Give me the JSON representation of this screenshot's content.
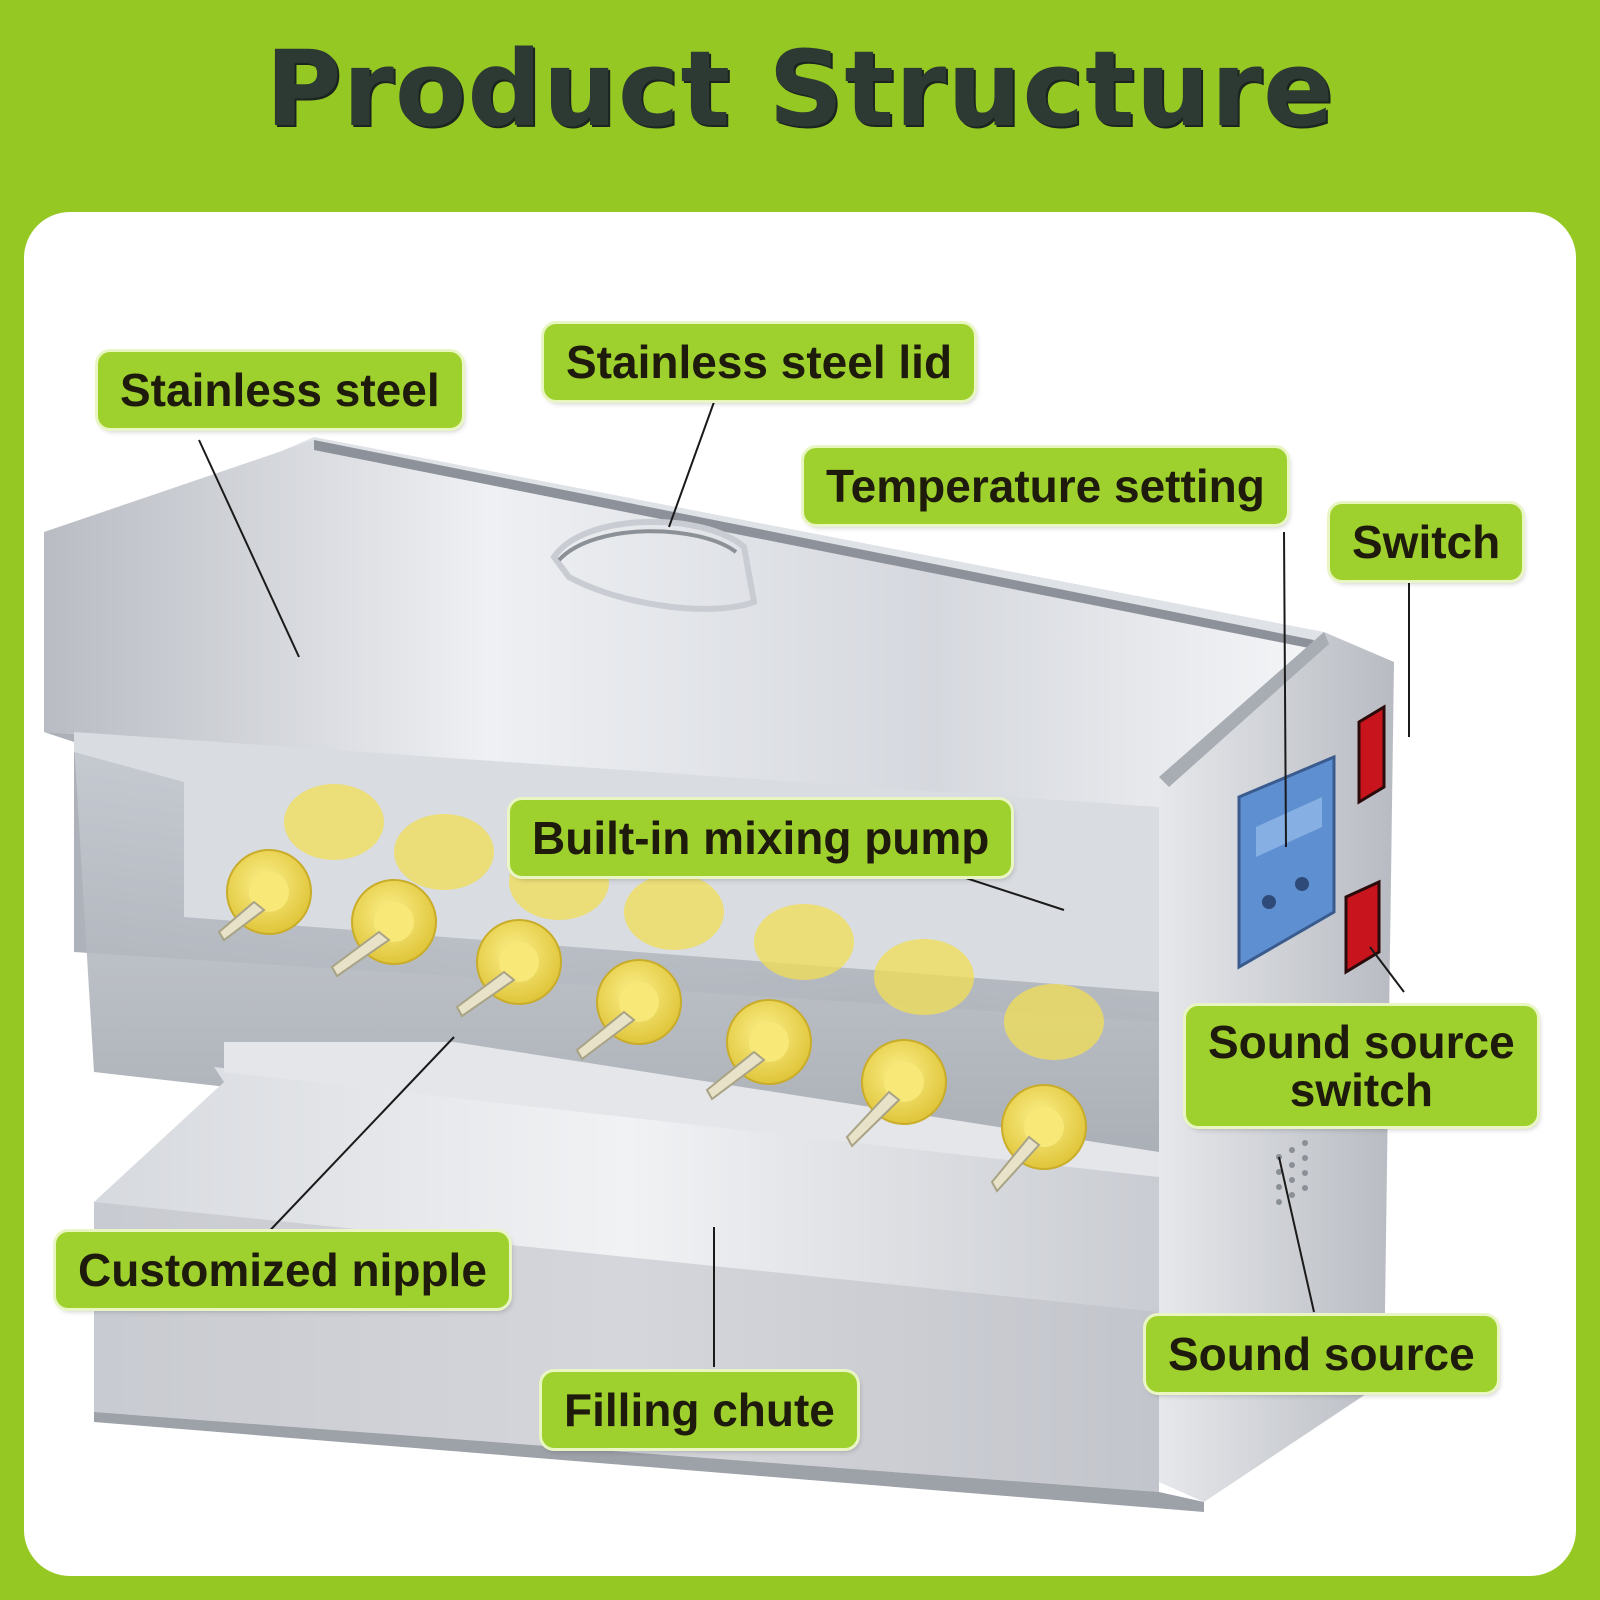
{
  "title": "Product Structure",
  "labels": {
    "stainless_steel": "Stainless steel",
    "stainless_steel_lid": "Stainless steel lid",
    "temperature_setting": "Temperature setting",
    "switch": "Switch",
    "built_in_mixing_pump": "Built-in mixing pump",
    "sound_source_switch_line1": "Sound source",
    "sound_source_switch_line2": "switch",
    "customized_nipple": "Customized nipple",
    "sound_source": "Sound source",
    "filling_chute": "Filling chute"
  },
  "colors": {
    "background_green": "#96c823",
    "callout_green": "#9fd12e",
    "title_text": "#2c3a33",
    "bottle_yellow": "#f2df55",
    "steel": "#c9ccd2",
    "switch_red": "#c8141c",
    "display_blue": "#5e8fd0"
  }
}
